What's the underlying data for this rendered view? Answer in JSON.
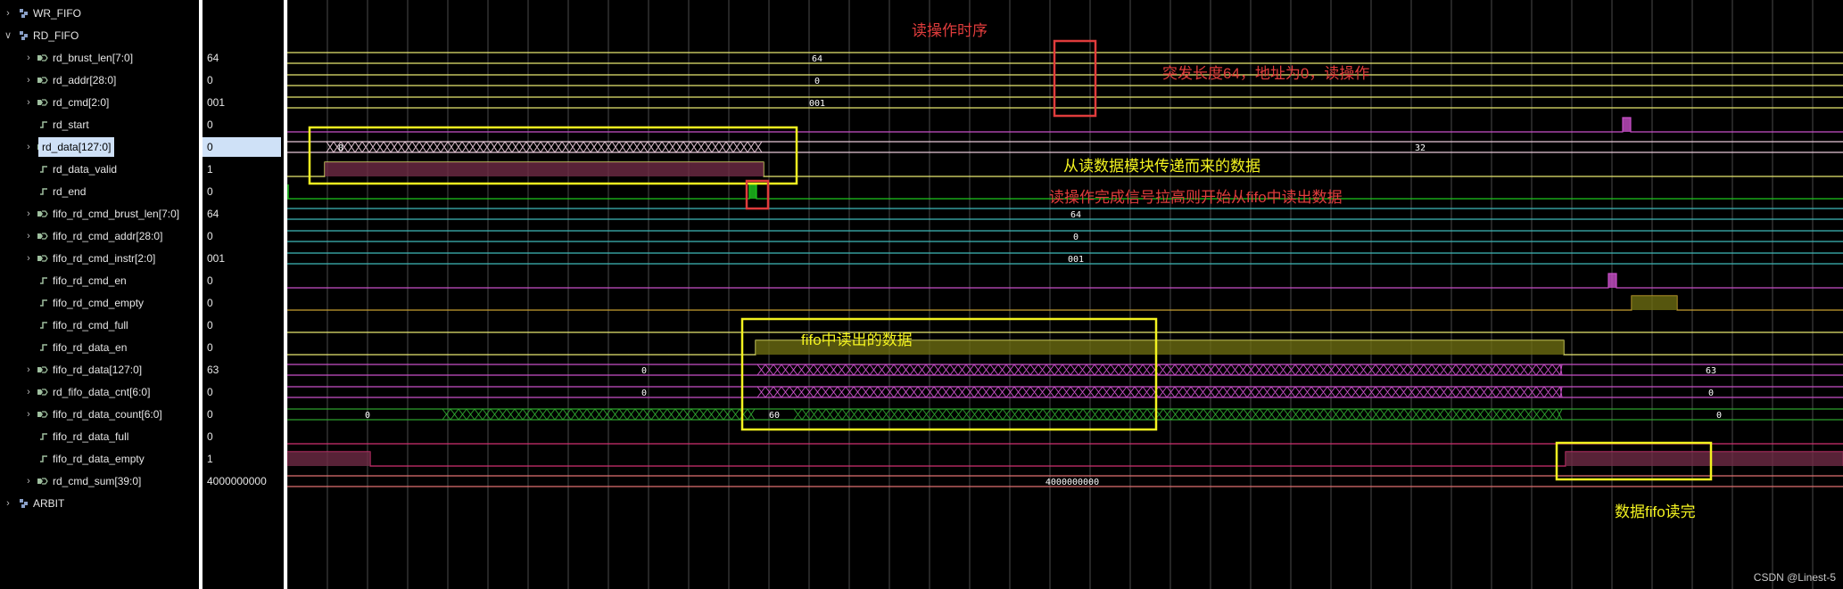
{
  "colors": {
    "grid": "#4a4a4a",
    "cyan": "#3fb9b9",
    "yellow": "#e8e870",
    "magenta": "#c84fc8",
    "green": "#2ea02e",
    "pinkfill": "#6e2a45",
    "brightgreen": "#1ec81e",
    "olive": "#6b6b12",
    "annot_red": "#e03c3c",
    "annot_yellow": "#f3f320"
  },
  "groups": [
    {
      "name": "WR_FIFO",
      "expanded": false
    },
    {
      "name": "RD_FIFO",
      "expanded": true
    },
    {
      "name": "ARBIT",
      "expanded": false
    }
  ],
  "signals": [
    {
      "name": "rd_brust_len[7:0]",
      "value": "64",
      "bus": true
    },
    {
      "name": "rd_addr[28:0]",
      "value": "0",
      "bus": true
    },
    {
      "name": "rd_cmd[2:0]",
      "value": "001",
      "bus": true
    },
    {
      "name": "rd_start",
      "value": "0",
      "bus": false
    },
    {
      "name": "rd_data[127:0]",
      "value": "0",
      "bus": true,
      "selected": true
    },
    {
      "name": "rd_data_valid",
      "value": "1",
      "bus": false
    },
    {
      "name": "rd_end",
      "value": "0",
      "bus": false
    },
    {
      "name": "fifo_rd_cmd_brust_len[7:0]",
      "value": "64",
      "bus": true
    },
    {
      "name": "fifo_rd_cmd_addr[28:0]",
      "value": "0",
      "bus": true
    },
    {
      "name": "fifo_rd_cmd_instr[2:0]",
      "value": "001",
      "bus": true
    },
    {
      "name": "fifo_rd_cmd_en",
      "value": "0",
      "bus": false
    },
    {
      "name": "fifo_rd_cmd_empty",
      "value": "0",
      "bus": false
    },
    {
      "name": "fifo_rd_cmd_full",
      "value": "0",
      "bus": false
    },
    {
      "name": "fifo_rd_data_en",
      "value": "0",
      "bus": false
    },
    {
      "name": "fifo_rd_data[127:0]",
      "value": "63",
      "bus": true
    },
    {
      "name": "rd_fifo_data_cnt[6:0]",
      "value": "0",
      "bus": true
    },
    {
      "name": "fifo_rd_data_count[6:0]",
      "value": "0",
      "bus": true
    },
    {
      "name": "fifo_rd_data_full",
      "value": "0",
      "bus": false
    },
    {
      "name": "fifo_rd_data_empty",
      "value": "1",
      "bus": false
    },
    {
      "name": "rd_cmd_sum[39:0]",
      "value": "4000000000",
      "bus": true
    }
  ],
  "wave_labels": {
    "rd_brust_len": "64",
    "rd_addr": "0",
    "rd_cmd": "001",
    "rd_data_left": "0",
    "rd_data_right": "32",
    "fifo_cmd_len": "64",
    "fifo_cmd_addr": "0",
    "fifo_cmd_instr": "001",
    "fifo_rd_data_left": "0",
    "fifo_rd_data_right": "63",
    "rd_fifo_cnt_left": "0",
    "rd_fifo_cnt_right": "0",
    "count_left": "0",
    "count_mid": "60",
    "count_right": "0",
    "cmd_sum": "4000000000"
  },
  "annotations": {
    "title": "读操作时序",
    "burst_note": "突发长度64，地址为0，读操作",
    "data_note": "从读数据模块传递而来的数据",
    "end_note": "读操作完成信号拉高则开始从fifo中读出数据",
    "fifo_note": "fifo中读出的数据",
    "done_note": "数据fifo读完"
  },
  "watermark": "CSDN @Linest-5"
}
